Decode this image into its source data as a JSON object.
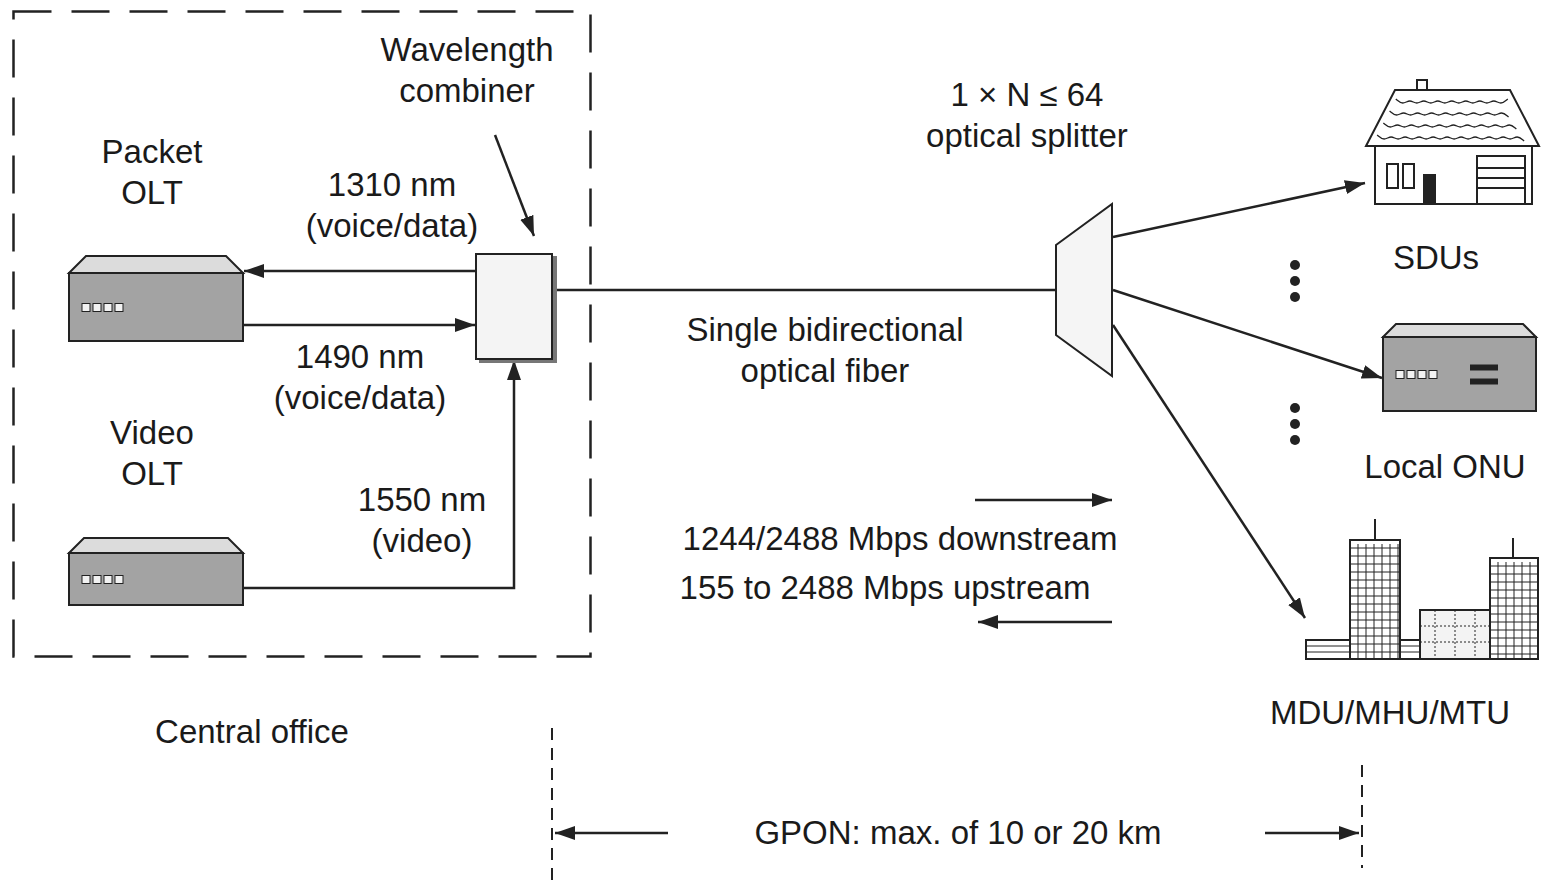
{
  "diagram": {
    "nodes": [
      {
        "text": [
          "Central office"
        ]
      },
      {
        "text": [
          "Wavelength combiner"
        ],
        "in": 0
      },
      {
        "text": [
          "Packet OLT"
        ],
        "in": 0
      },
      {
        "text": [
          "Video OLT"
        ],
        "in": 0
      },
      {
        "text": [
          "1 × N ≤ 64 optical splitter"
        ]
      },
      {
        "text": [
          "SDUs"
        ]
      },
      {
        "text": [
          "Local ONU"
        ]
      },
      {
        "text": [
          "MDU/MHU/MTU"
        ]
      }
    ],
    "edges": [
      {
        "from": 1,
        "to": 2,
        "arrow": "to",
        "label": "1310 nm (voice/data)"
      },
      {
        "from": 2,
        "to": 1,
        "arrow": "to",
        "label": "1490 nm (voice/data)"
      },
      {
        "from": 3,
        "to": 1,
        "arrow": "to",
        "label": "1550 nm (video)"
      },
      {
        "from": 1,
        "to": 4,
        "arrow": "none",
        "label": "Single bidirectional optical fiber"
      },
      {
        "from": 4,
        "to": 5,
        "arrow": "to"
      },
      {
        "from": 4,
        "to": 6,
        "arrow": "to"
      },
      {
        "from": 4,
        "to": 7,
        "arrow": "to"
      }
    ],
    "labels": [
      "1244/2488 Mbps downstream",
      "155 to 2488 Mbps upstream",
      "GPON: max. of 10 or 20 km"
    ]
  }
}
